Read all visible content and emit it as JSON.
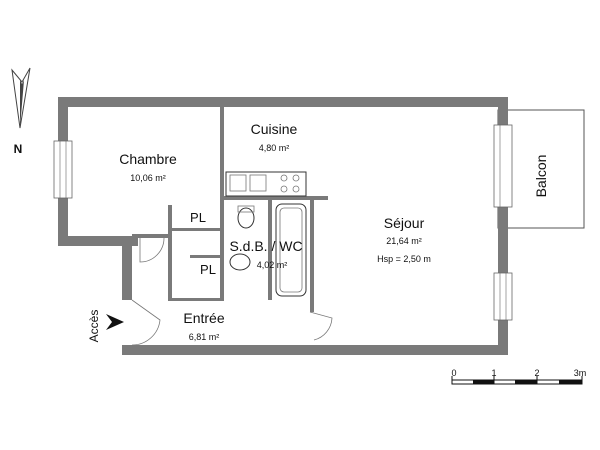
{
  "compass": {
    "label": "N"
  },
  "rooms": {
    "chambre": {
      "name": "Chambre",
      "area": "10,06 m²"
    },
    "cuisine": {
      "name": "Cuisine",
      "area": "4,80 m²"
    },
    "sejour": {
      "name": "Séjour",
      "area": "21,64 m²",
      "height": "Hsp = 2,50 m"
    },
    "sdb": {
      "name": "S.d.B. / WC",
      "area": "4,02 m²"
    },
    "entree": {
      "name": "Entrée",
      "area": "6,81 m²"
    },
    "balcon": {
      "name": "Balcon"
    }
  },
  "placards": {
    "top": "PL",
    "bottom": "PL"
  },
  "access": {
    "label": "Accès"
  },
  "scale": {
    "ticks": [
      "0",
      "1",
      "2",
      "3m"
    ]
  }
}
